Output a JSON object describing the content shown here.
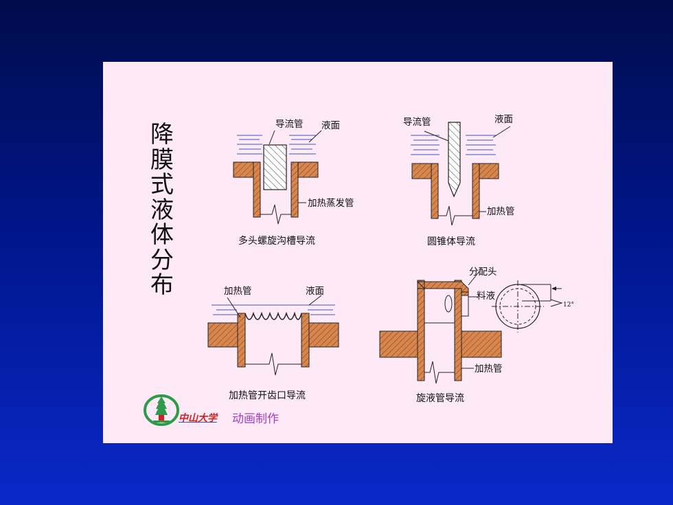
{
  "title": [
    "降",
    "膜",
    "式",
    "液",
    "体",
    "分",
    "布"
  ],
  "diagrams": {
    "groove": {
      "labels": {
        "guide_tube": "导流管",
        "liquid_level": "液面",
        "heating_tube": "加热蒸发管"
      },
      "caption": "多头螺旋沟槽导流"
    },
    "cone": {
      "labels": {
        "guide_tube": "导流管",
        "liquid_level": "液面",
        "heating_tube": "加热管"
      },
      "caption": "圆锥体导流"
    },
    "notch": {
      "labels": {
        "heating_tube": "加热管",
        "liquid_level": "液面"
      },
      "caption": "加热管开齿口导流"
    },
    "swirl": {
      "labels": {
        "distributor": "分配头",
        "feed": "料液",
        "heating_tube": "加热管",
        "angle": "12°"
      },
      "caption": "旋液管导流"
    }
  },
  "footer": {
    "university": "中山大学",
    "credit": "动画制作"
  },
  "colors": {
    "background_top": "#000c4a",
    "background_bottom": "#0a28c8",
    "panel": "#fdeaf6",
    "tube_sheet": "#d9864e",
    "liquid": "#3a56c8",
    "credit_text": "#a040c8",
    "logo": "#2e9a4a"
  }
}
